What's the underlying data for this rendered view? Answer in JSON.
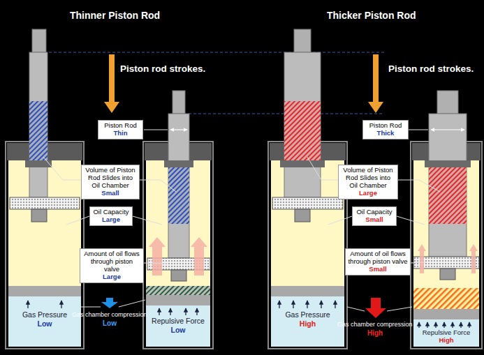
{
  "diagram": {
    "nodes": [
      {
        "text": [
          "Piston Rod",
          "Thin"
        ]
      },
      {
        "text": [
          "Volume of Piston Rod Slides into Oil Chamber",
          "Small"
        ]
      },
      {
        "text": [
          "Oil Capacity",
          "Large"
        ]
      },
      {
        "text": [
          "Amount of oil flows through piston valve",
          "Large"
        ]
      },
      {
        "text": [
          "Gas Pressure",
          "Low"
        ]
      },
      {
        "text": [
          "Repulsive Force",
          "Low"
        ]
      },
      {
        "text": [
          "Piston Rod",
          "Thick"
        ]
      },
      {
        "text": [
          "Volume of Piston Rod Slides into Oil Chamber",
          "Large"
        ]
      },
      {
        "text": [
          "Oil Capacity",
          "Small"
        ]
      },
      {
        "text": [
          "Amount of oil flows through piston valve",
          "Small"
        ]
      },
      {
        "text": [
          "Gas Pressure",
          "High"
        ]
      },
      {
        "text": [
          "Repulsive Force",
          "High"
        ]
      }
    ],
    "labels": [
      "Thinner Piston Rod",
      "Piston rod strokes.",
      "Gas chamber compression",
      "Low",
      "Thicker Piston Rod",
      "Piston rod strokes.",
      "Gas chamber compression",
      "High"
    ]
  }
}
